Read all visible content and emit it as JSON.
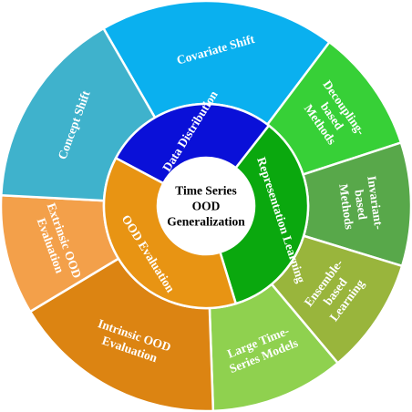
{
  "center": {
    "lines": [
      "Time Series",
      "OOD",
      "Generalization"
    ]
  },
  "inner_segments": [
    {
      "key": "distribution",
      "lines": [
        "Data Distribution"
      ],
      "color": "#0a10d8"
    },
    {
      "key": "representation",
      "lines": [
        "Representation Learning"
      ],
      "color": "#0aa80e"
    },
    {
      "key": "evaluation",
      "lines": [
        "OOD Evaluation"
      ],
      "color": "#e89413"
    }
  ],
  "outer_segments": [
    {
      "key": "covariate",
      "lines": [
        "Covariate Shift"
      ],
      "color": "#0ab0ef"
    },
    {
      "key": "decoupling",
      "lines": [
        "Decoupling-",
        "based",
        "Methods"
      ],
      "color": "#37d037"
    },
    {
      "key": "invariant",
      "lines": [
        "Invariant-",
        "based",
        "Methods"
      ],
      "color": "#58a84a"
    },
    {
      "key": "ensemble",
      "lines": [
        "Ensemble-",
        "based",
        "Learning"
      ],
      "color": "#99b53c"
    },
    {
      "key": "large-models",
      "lines": [
        "Large Time-",
        "Series Models"
      ],
      "color": "#8fd14f"
    },
    {
      "key": "intrinsic",
      "lines": [
        "Intrinsic OOD",
        "Evaluation"
      ],
      "color": "#dc8412"
    },
    {
      "key": "extrinsic",
      "lines": [
        "Extrinsic OOD",
        "Evaluation"
      ],
      "color": "#f3a04a"
    },
    {
      "key": "concept",
      "lines": [
        "Concept Shift"
      ],
      "color": "#3fb2cc"
    }
  ]
}
